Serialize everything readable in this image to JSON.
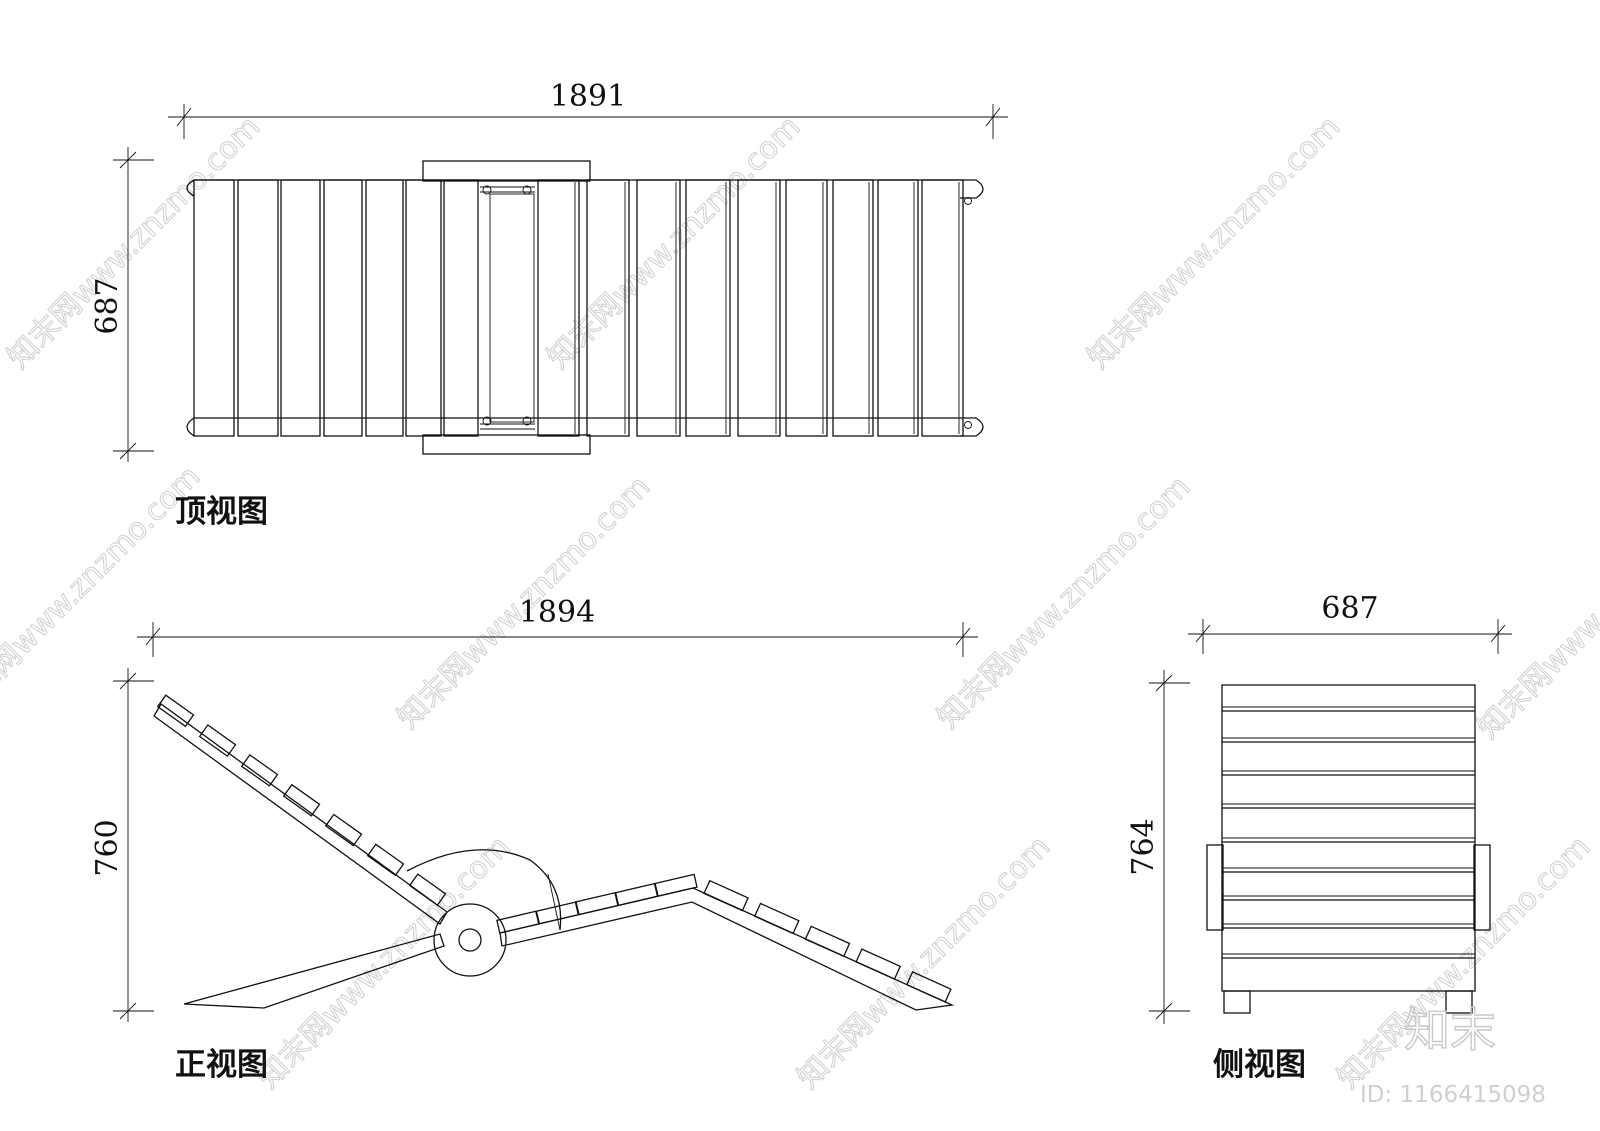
{
  "drawing": {
    "top_view": {
      "label": "顶视图",
      "width_dim": "1891",
      "height_dim": "687"
    },
    "front_view": {
      "label": "正视图",
      "width_dim": "1894",
      "height_dim": "760"
    },
    "side_view": {
      "label": "侧视图",
      "width_dim": "687",
      "height_dim": "764"
    }
  },
  "watermark": {
    "text": "知末网www.znzmo.com",
    "brand": "知末",
    "id": "ID: 1166415098"
  }
}
